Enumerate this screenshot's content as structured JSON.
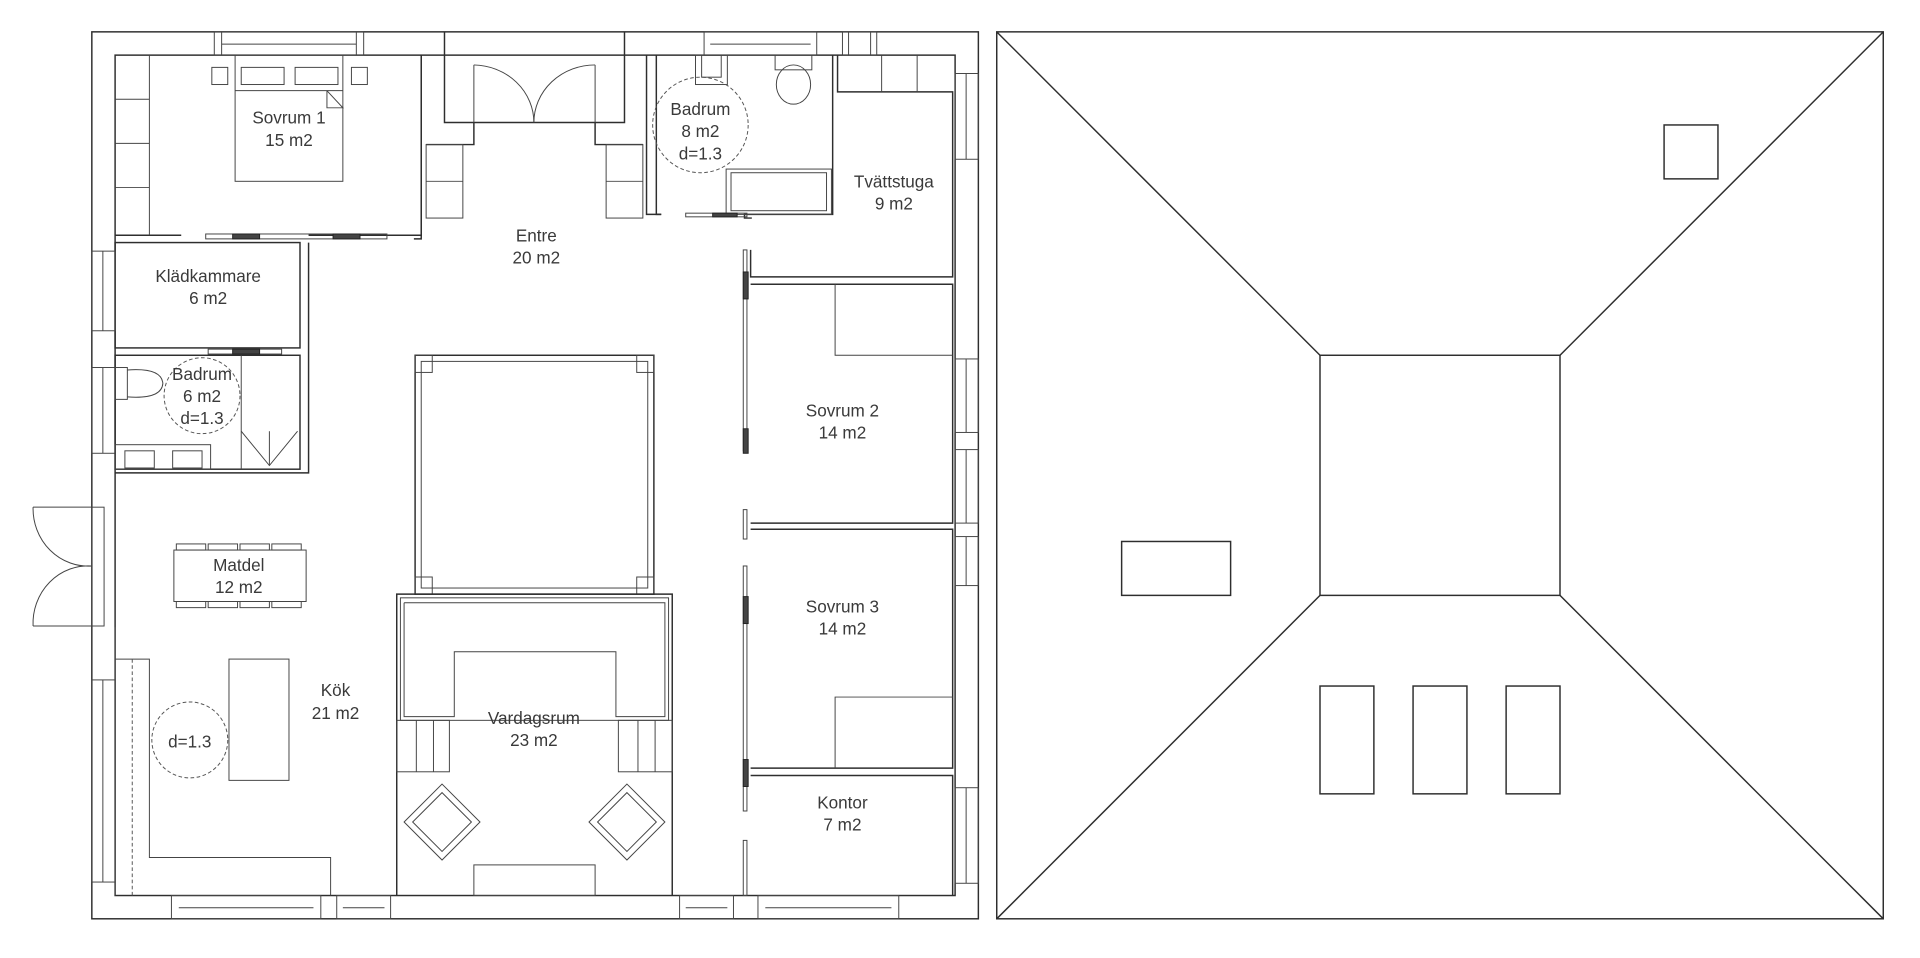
{
  "drawing": {
    "floor_plan_title": "",
    "roof_plan_title": ""
  },
  "rooms": {
    "sovrum1": {
      "name": "Sovrum 1",
      "area": "15 m2"
    },
    "entre": {
      "name": "Entre",
      "area": "20 m2"
    },
    "badrum_large": {
      "name": "Badrum",
      "area": "8 m2",
      "turning": "d=1.3"
    },
    "tvattstuga": {
      "name": "Tvättstuga",
      "area": "9 m2"
    },
    "kladkammare": {
      "name": "Klädkammare",
      "area": "6 m2"
    },
    "badrum_small": {
      "name": "Badrum",
      "area": "6 m2",
      "turning": "d=1.3"
    },
    "sovrum2": {
      "name": "Sovrum 2",
      "area": "14 m2"
    },
    "matdel": {
      "name": "Matdel",
      "area": "12 m2"
    },
    "sovrum3": {
      "name": "Sovrum 3",
      "area": "14 m2"
    },
    "kok": {
      "name": "Kök",
      "area": "21 m2",
      "turning": "d=1.3"
    },
    "vardagsrum": {
      "name": "Vardagsrum",
      "area": "23 m2"
    },
    "kontor": {
      "name": "Kontor",
      "area": "7 m2"
    }
  },
  "colors": {
    "line": "#2e2e2e",
    "text": "#3a3a3a",
    "background": "#ffffff"
  }
}
